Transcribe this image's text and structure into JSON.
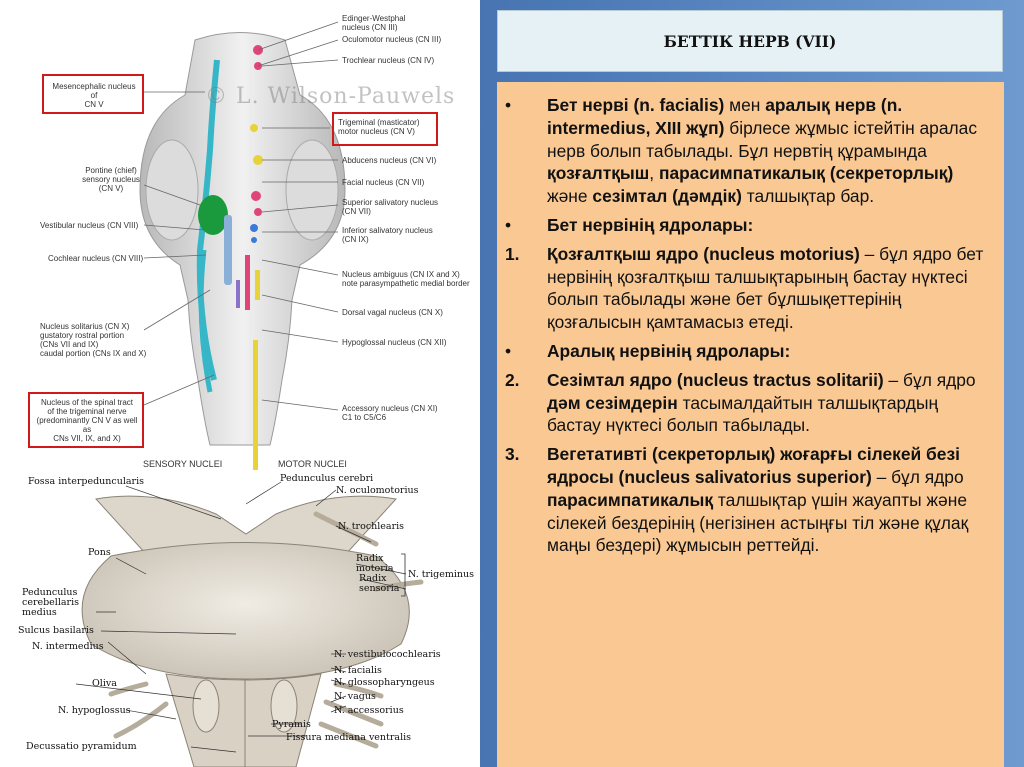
{
  "slide": {
    "title": "БЕТТІК НЕРВ (VII)"
  },
  "figure_top": {
    "watermark": "© L. Wilson-Pauwels",
    "footer_left": "SENSORY NUCLEI",
    "footer_right": "MOTOR NUCLEI",
    "labels": {
      "edinger": "Edinger-Westphal\nnucleus (CN III)",
      "oculomotor": "Oculomotor nucleus (CN III)",
      "trochlear": "Trochlear nucleus (CN IV)",
      "mesencephalic": "Mesencephalic nucleus of\nCN V",
      "trigeminal_motor": "Trigeminal (masticator)\nmotor nucleus (CN V)",
      "pontine": "Pontine (chief)\nsensory nucleus\n(CN V)",
      "abducens": "Abducens nucleus (CN VI)",
      "facial": "Facial nucleus (CN VII)",
      "sup_saliv": "Superior salivatory nucleus\n(CN VII)",
      "inf_saliv": "Inferior salivatory nucleus\n(CN IX)",
      "vestibular": "Vestibular nucleus (CN VIII)",
      "cochlear": "Cochlear nucleus (CN VIII)",
      "ambiguus": "Nucleus ambiguus (CN IX and X)\nnote parasympathetic medial border",
      "dorsal_vagal": "Dorsal vagal nucleus (CN X)",
      "solitarius": "Nucleus solitarius (CN X)\ngustatory rostral portion\n(CNs VII and IX)\ncaudal portion (CNs IX and X)",
      "hypoglossal": "Hypoglossal nucleus (CN XII)",
      "spinal_tract": "Nucleus of the spinal tract\nof the trigeminal nerve\n(predominantly CN V as well as\nCNs VII, IX, and X)",
      "accessory": "Accessory nucleus (CN XI)\nC1 to C5/C6"
    }
  },
  "figure_bottom": {
    "labels": {
      "fossa": "Fossa interpeduncularis",
      "pedunculus_cerebri": "Pedunculus cerebri",
      "oculomotorius": "N. oculomotorius",
      "trochlearis": "N. trochlearis",
      "pons": "Pons",
      "radix_motoria": "Radix\nmotoria",
      "radix_sensoria": "Radix\nsensoria",
      "trigeminus": "N. trigeminus",
      "pedunculus_cerebellaris": "Pedunculus\ncerebellaris\nmedius",
      "sulcus": "Sulcus basilaris",
      "intermedius": "N. intermedius",
      "vestibulocochlearis": "N. vestibulocochlearis",
      "facialis": "N. facialis",
      "glossopharyngeus": "N. glossopharyngeus",
      "oliva": "Oliva",
      "vagus": "N. vagus",
      "accessorius": "N. accessorius",
      "hypoglossus": "N. hypoglossus",
      "pyramis": "Pyramis",
      "fissura": "Fissura mediana ventralis",
      "decussatio": "Decussatio pyramidum"
    }
  },
  "content": {
    "p1": {
      "marker": "•",
      "s1": "Бет нерві (n. facialis)",
      "s2": " мен ",
      "s3": "аралық нерв (n. intermedius, XIII жұп)",
      "s4": " бірлесе жұмыс істейтін аралас нерв болып табылады. Бұл нервтің құрамында ",
      "s5": "қозғалтқыш",
      "s6": ", ",
      "s7": "парасимпатикалық (секреторлық)",
      "s8": " және ",
      "s9": "сезімтал (дәмдік)",
      "s10": " талшықтар бар."
    },
    "p2": {
      "marker": "•",
      "s1": "Бет нервінің ядролары:"
    },
    "p3": {
      "marker": "1.",
      "s1": "Қозғалтқыш ядро (nucleus motorius)",
      "s2": " – бұл ядро бет нервінің қозғалтқыш талшықтарының бастау нүктесі болып табылады және бет бұлшықеттерінің қозғалысын қамтамасыз етеді."
    },
    "p4": {
      "marker": "•",
      "s1": "Аралық нервінің ядролары:"
    },
    "p5": {
      "marker": "2.",
      "s1": "Сезімтал ядро (nucleus tractus solitarii)",
      "s2": " – бұл ядро ",
      "s3": "дәм сезімдерін",
      "s4": " тасымалдайтын талшықтардың бастау нүктесі болып табылады."
    },
    "p6": {
      "marker": "3.",
      "s1": "Вегетативті (секреторлық) жоғарғы сілекей безі ядросы (nucleus salivatorius superior)",
      "s2": " – бұл ядро ",
      "s3": "парасимпатикалық",
      "s4": " талшықтар үшін жауапты және сілекей бездерінің (негізінен астыңғы тіл және құлақ маңы бездері) жұмысын реттейді."
    }
  }
}
